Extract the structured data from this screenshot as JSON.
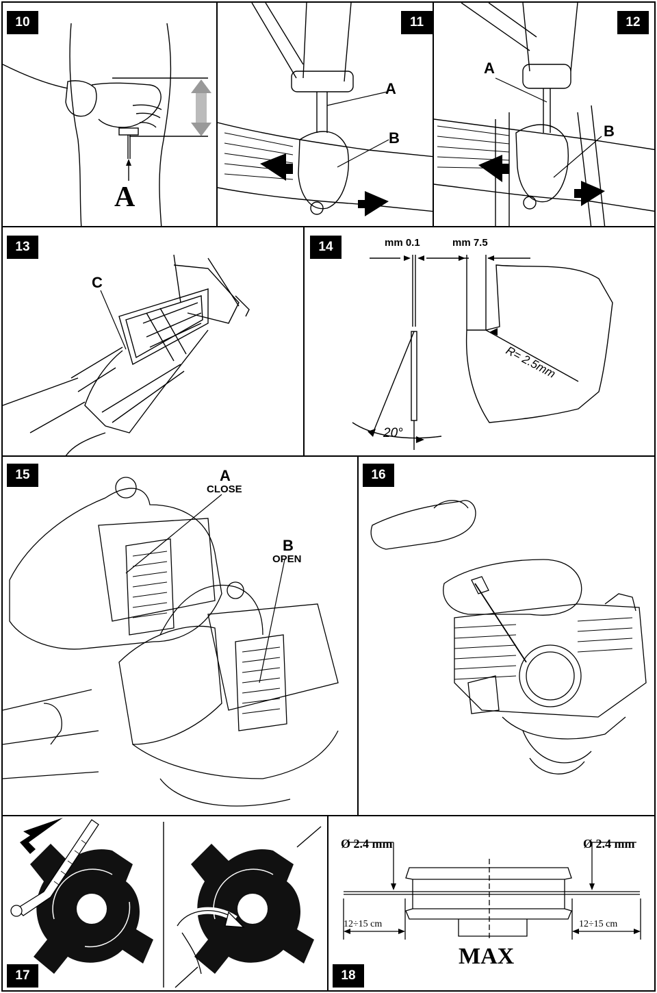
{
  "panels": {
    "p10": {
      "number": "10",
      "label_a": "A"
    },
    "p11": {
      "number": "11",
      "label_a": "A",
      "label_b": "B"
    },
    "p12": {
      "number": "12",
      "label_a": "A",
      "label_b": "B"
    },
    "p13": {
      "number": "13",
      "label_c": "C"
    },
    "p14": {
      "number": "14",
      "gap_label": "mm 0.1",
      "width_label": "mm 7.5",
      "radius_label": "R= 2.5mm",
      "angle_label": "20°"
    },
    "p15": {
      "number": "15",
      "label_a": "A",
      "label_a_text": "CLOSE",
      "label_b": "B",
      "label_b_text": "OPEN"
    },
    "p16": {
      "number": "16"
    },
    "p17": {
      "number": "17"
    },
    "p18": {
      "number": "18",
      "diameter_left": "Ø 2.4 mm",
      "diameter_right": "Ø 2.4 mm",
      "length_left": "12÷15 cm",
      "length_right": "12÷15 cm",
      "max_label": "MAX"
    }
  }
}
